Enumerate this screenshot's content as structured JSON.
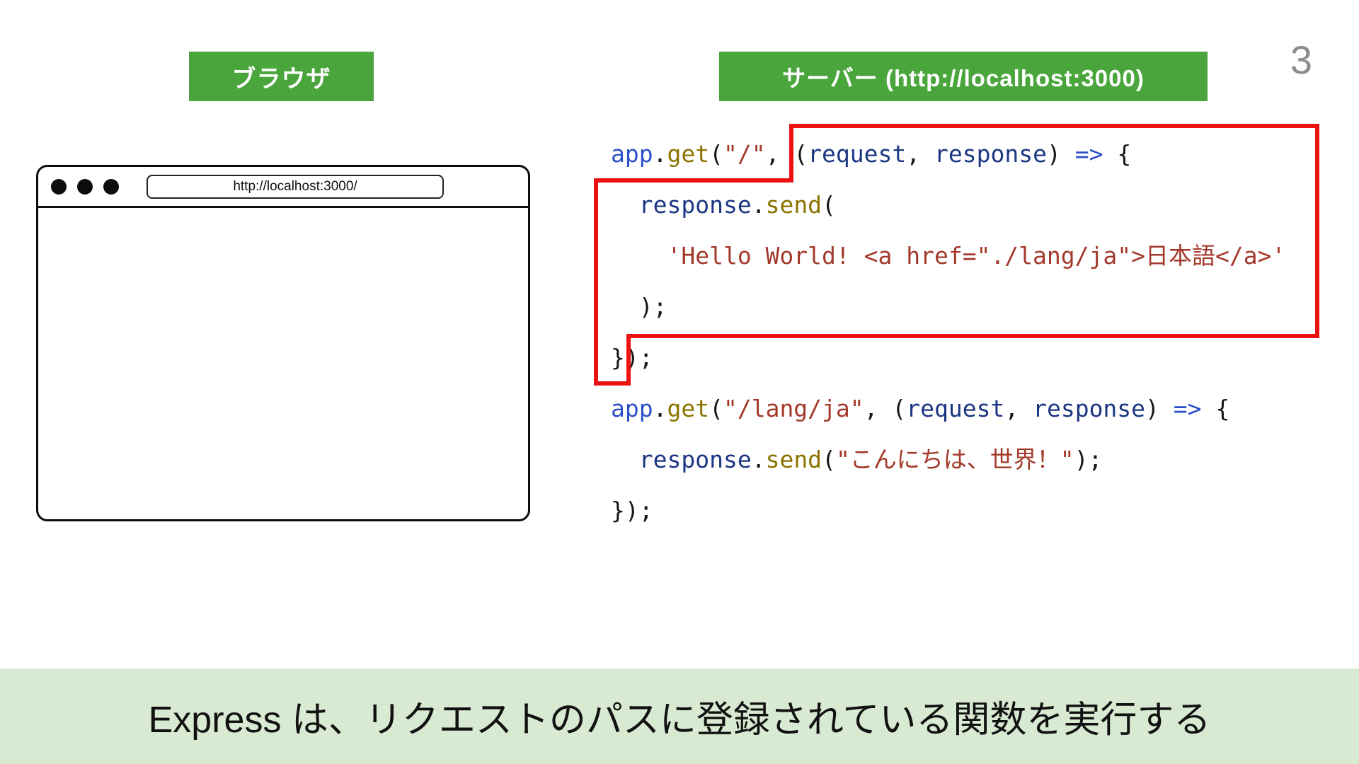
{
  "page_number": "3",
  "labels": {
    "browser": "ブラウザ",
    "server": "サーバー (http://localhost:3000)"
  },
  "browser_window": {
    "url": "http://localhost:3000/"
  },
  "code": {
    "lines": [
      [
        [
          "app",
          "blue"
        ],
        [
          ".",
          "plain"
        ],
        [
          "get",
          "olive"
        ],
        [
          "(",
          "plain"
        ],
        [
          "\"/\"",
          "red"
        ],
        [
          ", (",
          "plain"
        ],
        [
          "request",
          "navy"
        ],
        [
          ", ",
          "plain"
        ],
        [
          "response",
          "navy"
        ],
        [
          ") ",
          "plain"
        ],
        [
          "=>",
          "blue"
        ],
        [
          " {",
          "plain"
        ]
      ],
      [
        [
          "  ",
          "plain"
        ],
        [
          "response",
          "navy"
        ],
        [
          ".",
          "plain"
        ],
        [
          "send",
          "olive"
        ],
        [
          "(",
          "plain"
        ]
      ],
      [
        [
          "    ",
          "plain"
        ],
        [
          "'Hello World! <a href=\"./lang/ja\">日本語</a>'",
          "red"
        ]
      ],
      [
        [
          "  );",
          "plain"
        ]
      ],
      [
        [
          "});",
          "plain"
        ]
      ],
      [
        [
          "app",
          "blue"
        ],
        [
          ".",
          "plain"
        ],
        [
          "get",
          "olive"
        ],
        [
          "(",
          "plain"
        ],
        [
          "\"/lang/ja\"",
          "red"
        ],
        [
          ", (",
          "plain"
        ],
        [
          "request",
          "navy"
        ],
        [
          ", ",
          "plain"
        ],
        [
          "response",
          "navy"
        ],
        [
          ") ",
          "plain"
        ],
        [
          "=>",
          "blue"
        ],
        [
          " {",
          "plain"
        ]
      ],
      [
        [
          "  ",
          "plain"
        ],
        [
          "response",
          "navy"
        ],
        [
          ".",
          "plain"
        ],
        [
          "send",
          "olive"
        ],
        [
          "(",
          "plain"
        ],
        [
          "\"こんにちは、世界！\"",
          "red"
        ],
        [
          ");",
          "plain"
        ]
      ],
      [
        [
          "});",
          "plain"
        ]
      ]
    ]
  },
  "caption": "Express は、リクエストのパスに登録されている関数を実行する",
  "colors": {
    "label_bg": "#4aa53c",
    "banner_bg": "#d9ead3",
    "highlight": "#ec1212",
    "code_blue": "#2b50c8",
    "code_navy": "#1c3683",
    "code_olive": "#8b7300",
    "code_red": "#a3392b"
  }
}
